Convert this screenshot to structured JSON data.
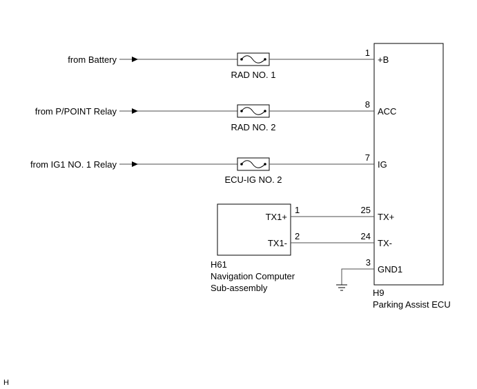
{
  "sources": [
    {
      "label": "from Battery"
    },
    {
      "label": "from P/POINT Relay"
    },
    {
      "label": "from IG1 NO. 1 Relay"
    }
  ],
  "fuses": [
    {
      "label": "RAD NO. 1"
    },
    {
      "label": "RAD NO. 2"
    },
    {
      "label": "ECU-IG NO. 2"
    }
  ],
  "ecu": {
    "connector": "H9",
    "name": "Parking Assist ECU",
    "pins": [
      {
        "num": "1",
        "name": "+B"
      },
      {
        "num": "8",
        "name": "ACC"
      },
      {
        "num": "7",
        "name": "IG"
      },
      {
        "num": "25",
        "name": "TX+"
      },
      {
        "num": "24",
        "name": "TX-"
      },
      {
        "num": "3",
        "name": "GND1"
      }
    ]
  },
  "nav": {
    "connector": "H61",
    "name_line1": "Navigation Computer",
    "name_line2": "Sub-assembly",
    "pins": [
      {
        "num": "1",
        "name": "TX1+"
      },
      {
        "num": "2",
        "name": "TX1-"
      }
    ]
  },
  "corner_mark": "H"
}
